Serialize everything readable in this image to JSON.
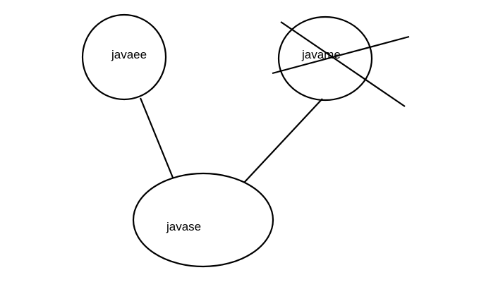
{
  "diagram": {
    "nodes": [
      {
        "id": "javaee",
        "label": "javaee",
        "crossed_out": false
      },
      {
        "id": "javame",
        "label": "javame",
        "crossed_out": true
      },
      {
        "id": "javase",
        "label": "javase",
        "crossed_out": false
      }
    ],
    "edges": [
      {
        "from": "javaee",
        "to": "javase"
      },
      {
        "from": "javame",
        "to": "javase"
      }
    ],
    "colors": {
      "stroke": "#000000",
      "background": "#ffffff"
    }
  }
}
